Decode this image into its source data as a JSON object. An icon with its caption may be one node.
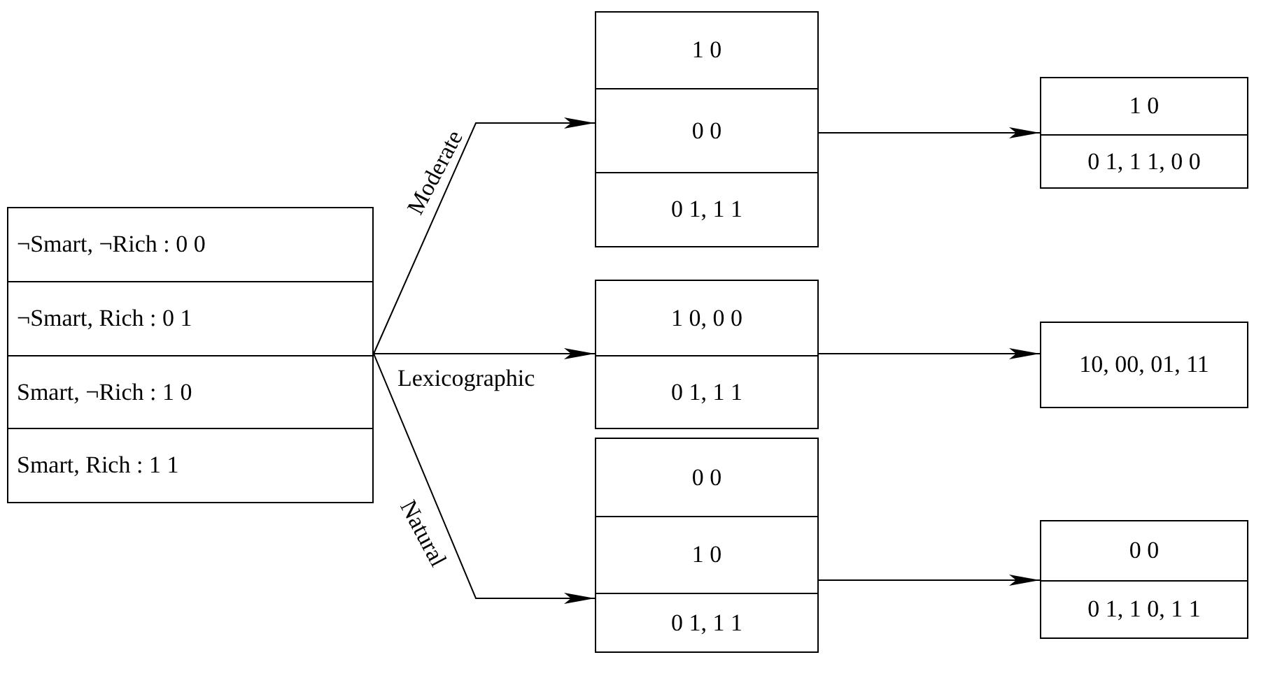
{
  "diagram": {
    "nodes": [
      {
        "text": [
          "¬Smart, ¬Rich : 0 0",
          "¬Smart, Rich : 0 1",
          "Smart, ¬Rich : 1 0",
          "Smart, Rich : 1 1"
        ]
      },
      {
        "text": [
          "1 0",
          "0 0",
          "0 1, 1 1"
        ]
      },
      {
        "text": [
          "1 0, 0 0",
          "0 1, 1 1"
        ]
      },
      {
        "text": [
          "0 0",
          "1 0",
          "0 1, 1 1"
        ]
      },
      {
        "text": [
          "1 0",
          "0 1, 1 1, 0 0"
        ]
      },
      {
        "text": [
          "10, 00, 01, 11"
        ]
      },
      {
        "text": [
          "0 0",
          "0 1, 1 0, 1 1"
        ]
      }
    ],
    "edges": [
      {
        "from": 0,
        "to": 1,
        "arrow": "to",
        "label": "Moderate"
      },
      {
        "from": 0,
        "to": 2,
        "arrow": "to",
        "label": "Lexicographic"
      },
      {
        "from": 0,
        "to": 3,
        "arrow": "to",
        "label": "Natural"
      },
      {
        "from": 1,
        "to": 4,
        "arrow": "to"
      },
      {
        "from": 2,
        "to": 5,
        "arrow": "to"
      },
      {
        "from": 3,
        "to": 6,
        "arrow": "to"
      }
    ]
  }
}
